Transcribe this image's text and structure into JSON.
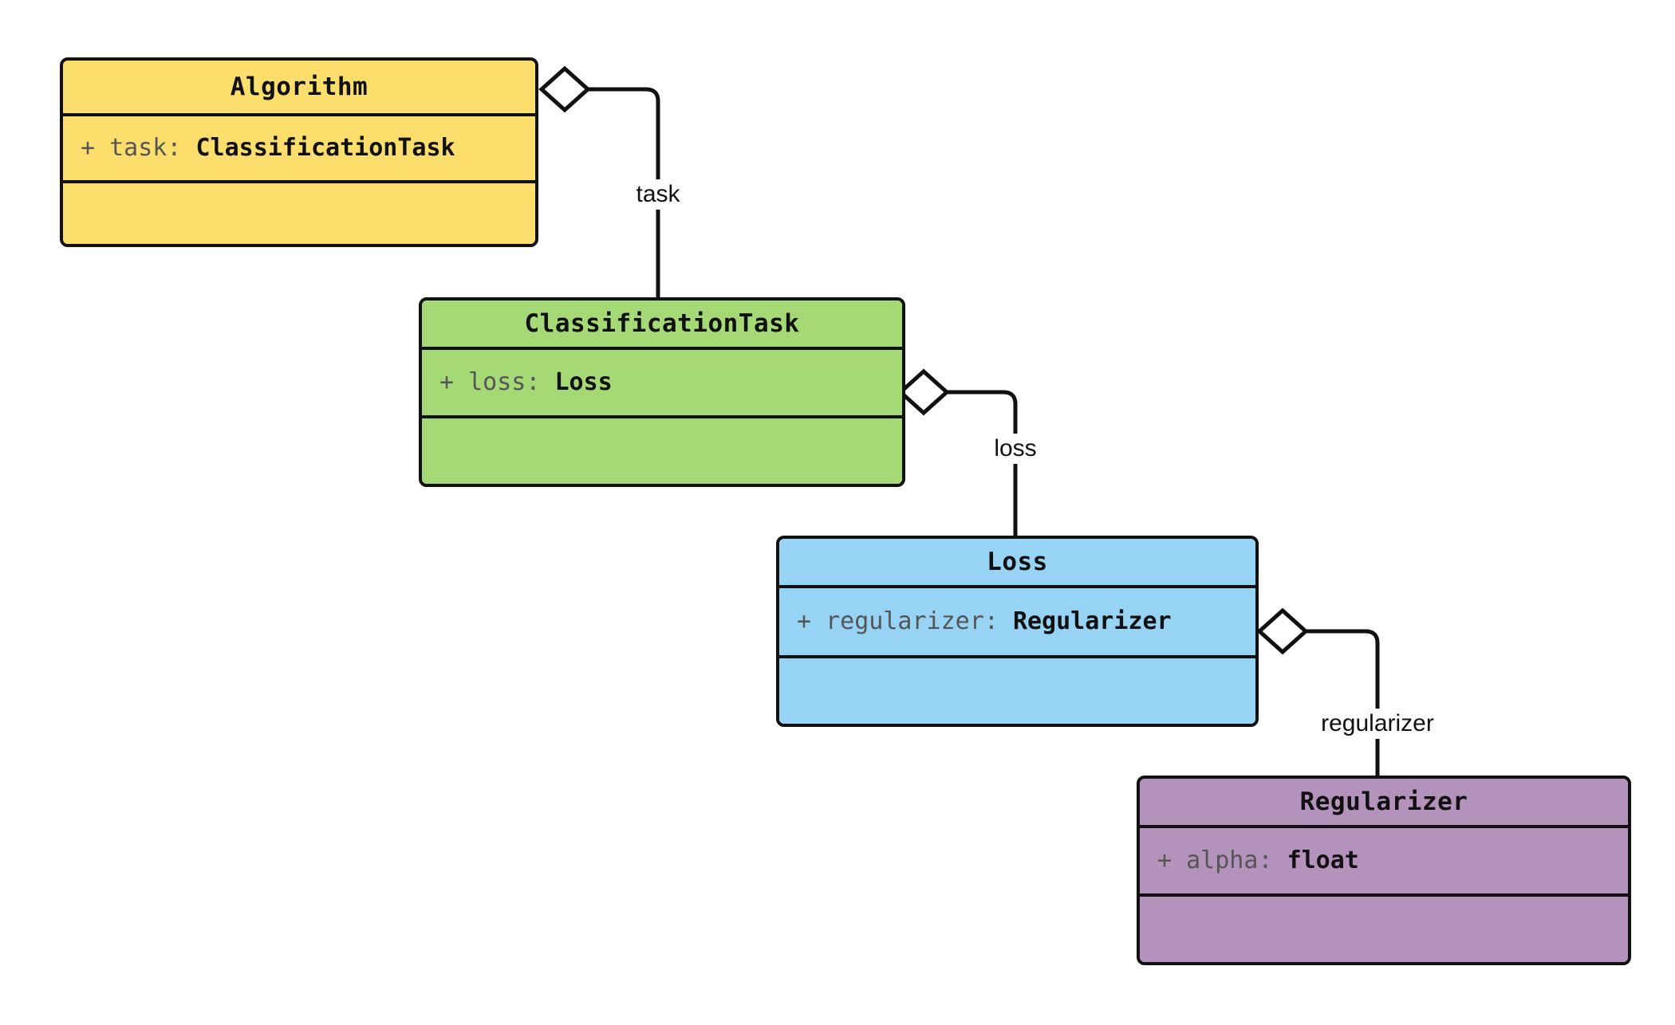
{
  "diagram": {
    "type": "uml-class-diagram",
    "background": "#ffffff",
    "stroke": "#111111"
  },
  "classes": [
    {
      "id": "algorithm",
      "name": "Algorithm",
      "fill": "#FCDE6D",
      "attribute": {
        "visibility": "+",
        "name": "task",
        "separator": ":",
        "type": "ClassificationTask"
      }
    },
    {
      "id": "classificationtask",
      "name": "ClassificationTask",
      "fill": "#A5D975",
      "attribute": {
        "visibility": "+",
        "name": "loss",
        "separator": ":",
        "type": "Loss"
      }
    },
    {
      "id": "loss",
      "name": "Loss",
      "fill": "#97D3F5",
      "attribute": {
        "visibility": "+",
        "name": "regularizer",
        "separator": ":",
        "type": "Regularizer"
      }
    },
    {
      "id": "regularizer",
      "name": "Regularizer",
      "fill": "#B392BC",
      "attribute": {
        "visibility": "+",
        "name": "alpha",
        "separator": ":",
        "type": "float"
      }
    }
  ],
  "edges": [
    {
      "id": "algorithm-classificationtask",
      "label": "task",
      "from": "algorithm",
      "to": "classificationtask",
      "marker": "aggregation-diamond"
    },
    {
      "id": "classificationtask-loss",
      "label": "loss",
      "from": "classificationtask",
      "to": "loss",
      "marker": "aggregation-diamond"
    },
    {
      "id": "loss-regularizer",
      "label": "regularizer",
      "from": "loss",
      "to": "regularizer",
      "marker": "aggregation-diamond"
    }
  ]
}
